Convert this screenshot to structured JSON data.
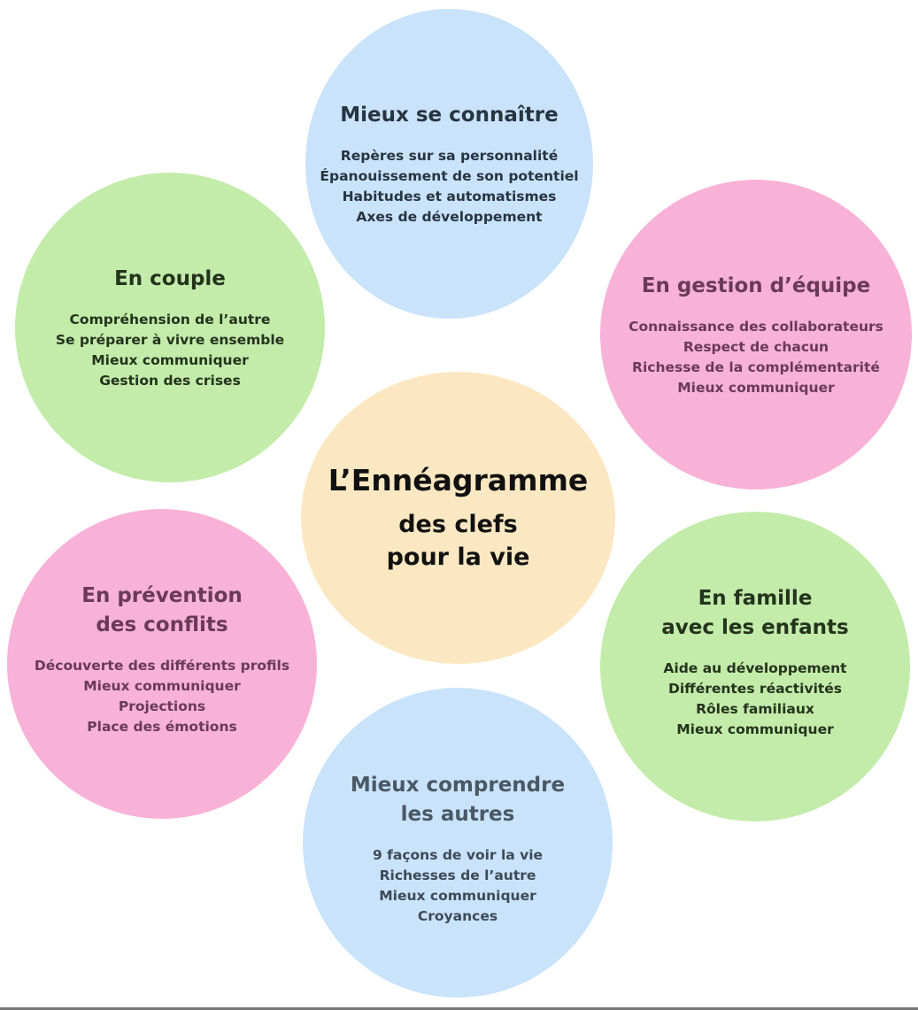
{
  "center": {
    "title": "L’Ennéagramme",
    "subtitle": "des clefs\npour la vie"
  },
  "bubbles": [
    {
      "title": "Mieux se connaître",
      "items": [
        "Repères sur sa personnalité",
        "Épanouissement de son potentiel",
        "Habitudes et automatismes",
        "Axes de développement"
      ]
    },
    {
      "title": "En couple",
      "items": [
        "Compréhension de l’autre",
        "Se préparer à vivre ensemble",
        "Mieux communiquer",
        "Gestion des crises"
      ]
    },
    {
      "title": "En gestion d’équipe",
      "items": [
        "Connaissance des collaborateurs",
        "Respect de chacun",
        "Richesse de la complémentarité",
        "Mieux communiquer"
      ]
    },
    {
      "title": "En prévention\ndes conflits",
      "items": [
        "Découverte des différents profils",
        "Mieux communiquer",
        "Projections",
        "Place des émotions"
      ]
    },
    {
      "title": "En famille\navec les enfants",
      "items": [
        "Aide au développement",
        "Différentes réactivités",
        "Rôles familiaux",
        "Mieux communiquer"
      ]
    },
    {
      "title": "Mieux comprendre\nles autres",
      "items": [
        "9 façons de voir la vie",
        "Richesses de l’autre",
        "Mieux communiquer",
        "Croyances"
      ]
    }
  ],
  "colors": {
    "blue": "#c9e3fb",
    "green": "#c3ecab",
    "pink": "#f8b1d7",
    "yellow": "#fbe8c2"
  }
}
